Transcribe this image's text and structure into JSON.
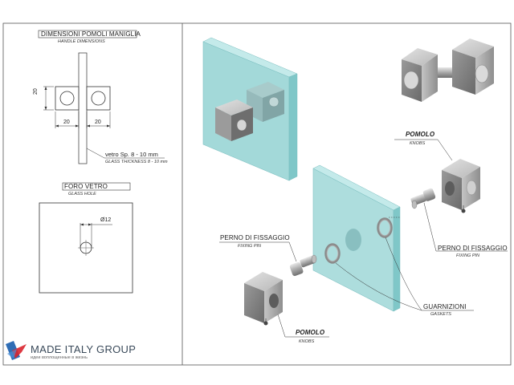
{
  "handle_section": {
    "title_it": "DIMENSIONI POMOLI MANIGLIA",
    "title_en": "HANDLE DIMENSIONS",
    "dim_height": "20",
    "dim_left": "20",
    "dim_right": "20",
    "glass_label_it": "vetro Sp. 8 - 10 mm",
    "glass_label_en": "GLASS THICKNESS 8 - 10 mm"
  },
  "hole_section": {
    "title_it": "FORO VETRO",
    "title_en": "GLASS HOLE",
    "diameter": "Ø12"
  },
  "assembly": {
    "knob_upper_it": "POMOLO",
    "knob_upper_en": "KNOBS",
    "pin_right_it": "PERNO DI FISSAGGIO",
    "pin_right_en": "FIXING PIN",
    "pin_left_it": "PERNO DI FISSAGGIO",
    "pin_left_en": "FIXING PIN",
    "gaskets_it": "GUARNIZIONI",
    "gaskets_en": "GASKETS",
    "knob_lower_it": "POMOLO",
    "knob_lower_en": "KNOBS"
  },
  "brand": {
    "name": "MADE ITALY GROUP",
    "tagline": "идеи воплощенные в жизнь"
  },
  "colors": {
    "glass": "#9fd8d8",
    "glass_edge": "#7bbfc0",
    "metal_light": "#c9c9c9",
    "metal_dark": "#6d6d6d",
    "logo_red": "#d9232d",
    "logo_blue": "#2f6db5",
    "brand_text": "#3a4a5a"
  }
}
